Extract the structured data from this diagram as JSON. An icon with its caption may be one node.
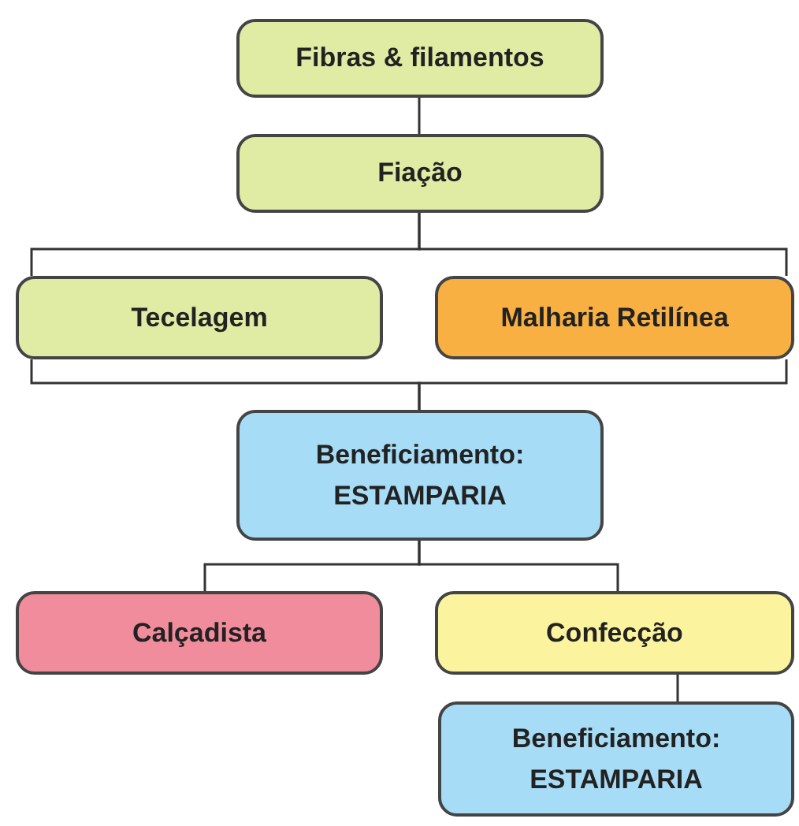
{
  "diagram": {
    "nodes": [
      {
        "text": [
          "Fibras & filamentos"
        ]
      },
      {
        "text": [
          "Fiação"
        ]
      },
      {
        "text": [
          "Tecelagem"
        ]
      },
      {
        "text": [
          "Malharia Retilínea"
        ]
      },
      {
        "text": [
          "Beneficiamento: ESTAMPARIA"
        ]
      },
      {
        "text": [
          "Calçadista"
        ]
      },
      {
        "text": [
          "Confecção"
        ]
      },
      {
        "text": [
          "Beneficiamento: ESTAMPARIA"
        ]
      }
    ],
    "edges": [
      {
        "from": 0,
        "to": 1,
        "arrow": "none"
      },
      {
        "from": 1,
        "to": 2,
        "arrow": "none"
      },
      {
        "from": 1,
        "to": 3,
        "arrow": "none"
      },
      {
        "from": 2,
        "to": 4,
        "arrow": "none"
      },
      {
        "from": 3,
        "to": 4,
        "arrow": "none"
      },
      {
        "from": 4,
        "to": 5,
        "arrow": "none"
      },
      {
        "from": 4,
        "to": 6,
        "arrow": "none"
      },
      {
        "from": 6,
        "to": 7,
        "arrow": "none"
      }
    ]
  }
}
